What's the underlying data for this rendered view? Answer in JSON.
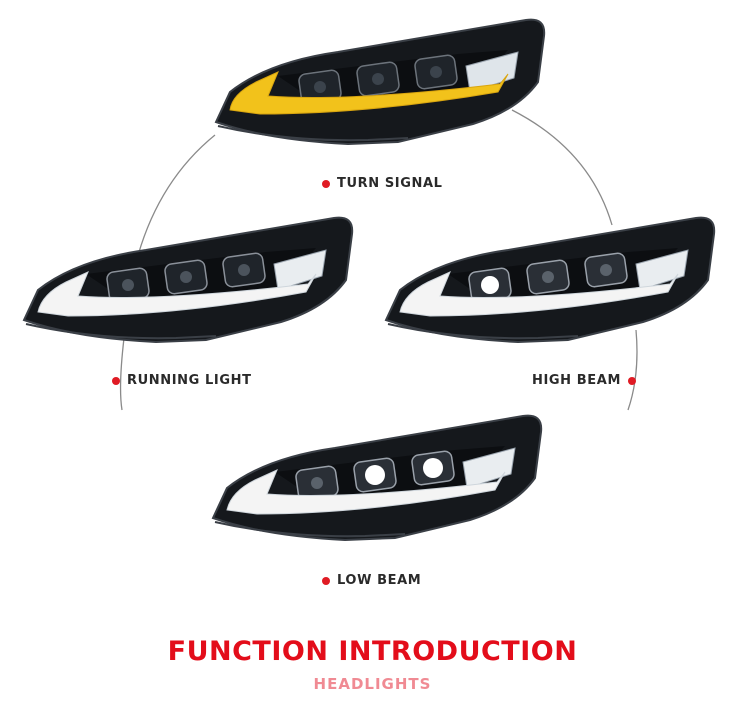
{
  "modes": [
    {
      "label": "TURN SIGNAL",
      "drl_color": "#f2c21b"
    },
    {
      "label": "RUNNING LIGHT",
      "drl_color": "#f4f4f4"
    },
    {
      "label": "HIGH BEAM",
      "drl_color": "#f4f4f4"
    },
    {
      "label": "LOW BEAM",
      "drl_color": "#f4f4f4"
    }
  ],
  "title": "FUNCTION INTRODUCTION",
  "subtitle": "HEADLIGHTS",
  "colors": {
    "accent": "#e30d1a",
    "subtitle": "#f08a93",
    "dot": "#e01b24"
  }
}
